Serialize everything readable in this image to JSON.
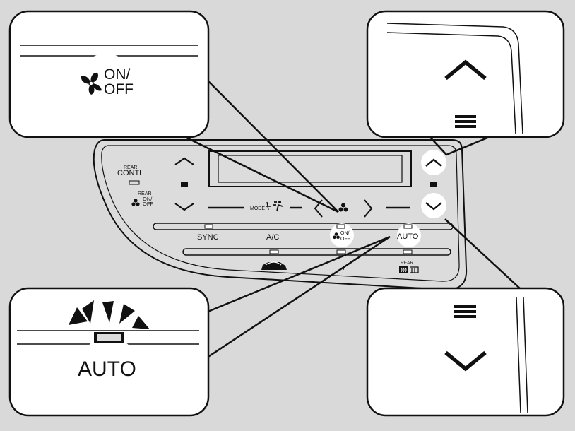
{
  "colors": {
    "background": "#d9d9d9",
    "panel": "#ffffff",
    "ink": "#111111",
    "indicator_lit": "#dddddd"
  },
  "callouts": {
    "fan_on_off": {
      "line1": "ON/",
      "line2": "OFF",
      "icon": "fan-icon"
    },
    "temp_up": {
      "icon": "chevron-up-icon"
    },
    "auto": {
      "label": "AUTO",
      "icon": "auto-indicator-lit-icon"
    },
    "temp_down": {
      "icon": "chevron-down-icon"
    }
  },
  "panel": {
    "rear_contl_line1": "REAR",
    "rear_contl_line2": "CONTL",
    "rear_fan_line1": "REAR",
    "rear_fan_line2": "ON/",
    "rear_fan_line3": "OFF",
    "mode_label": "MODE",
    "sync_label": "SYNC",
    "ac_label": "A/C",
    "fan_on": "ON/",
    "fan_off": "OFF",
    "auto_label": "AUTO",
    "rear_defrost_label": "REAR"
  }
}
